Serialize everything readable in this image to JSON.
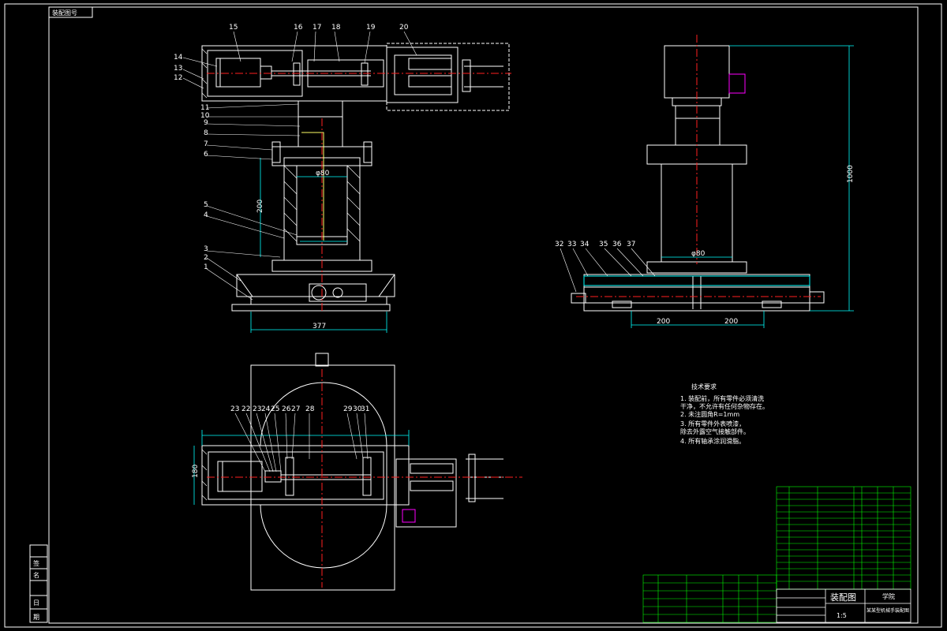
{
  "colors": {
    "background": "#000000",
    "outline": "#ffffff",
    "dimension": "#00ffff",
    "centerline": "#ff2020",
    "hidden": "#ffff66",
    "table_grid": "#00ff00",
    "motor_accent": "#ff00ff"
  },
  "tag_top_left": "装配图号",
  "title_block": {
    "name": "装配图",
    "school": "学院",
    "drawing_no": "某某型机械手装配图",
    "scale": "1:5"
  },
  "tech_requirements": {
    "heading": "技术要求",
    "items": [
      "1. 装配前，所有零件必须清洗",
      "   干净，不允许有任何杂物存在。",
      "2. 未注圆角R=1mm",
      "3. 所有零件外表喷漆，",
      "   除去外露空气接触部件。",
      "4. 所有轴承涂润滑脂。"
    ]
  },
  "part_callouts_front": [
    "1",
    "2",
    "3",
    "4",
    "5",
    "6",
    "7",
    "8",
    "9",
    "10",
    "11",
    "12",
    "13",
    "14",
    "15",
    "16",
    "17",
    "18",
    "19",
    "20"
  ],
  "part_callouts_side": [
    "32",
    "33",
    "34",
    "35",
    "36",
    "37"
  ],
  "part_callouts_top": [
    "23",
    "22",
    "23",
    "24",
    "25",
    "26",
    "27",
    "28",
    "29",
    "30",
    "31"
  ],
  "dimensions": {
    "base_width": "377",
    "column_inner": "φ80",
    "column_height": "200",
    "overall_height": "1000",
    "side_base_left": "200",
    "side_base_right": "200",
    "side_top": "φ80",
    "top_view_height": "180"
  },
  "left_margin_labels": [
    "签",
    "名",
    "日",
    "期"
  ]
}
